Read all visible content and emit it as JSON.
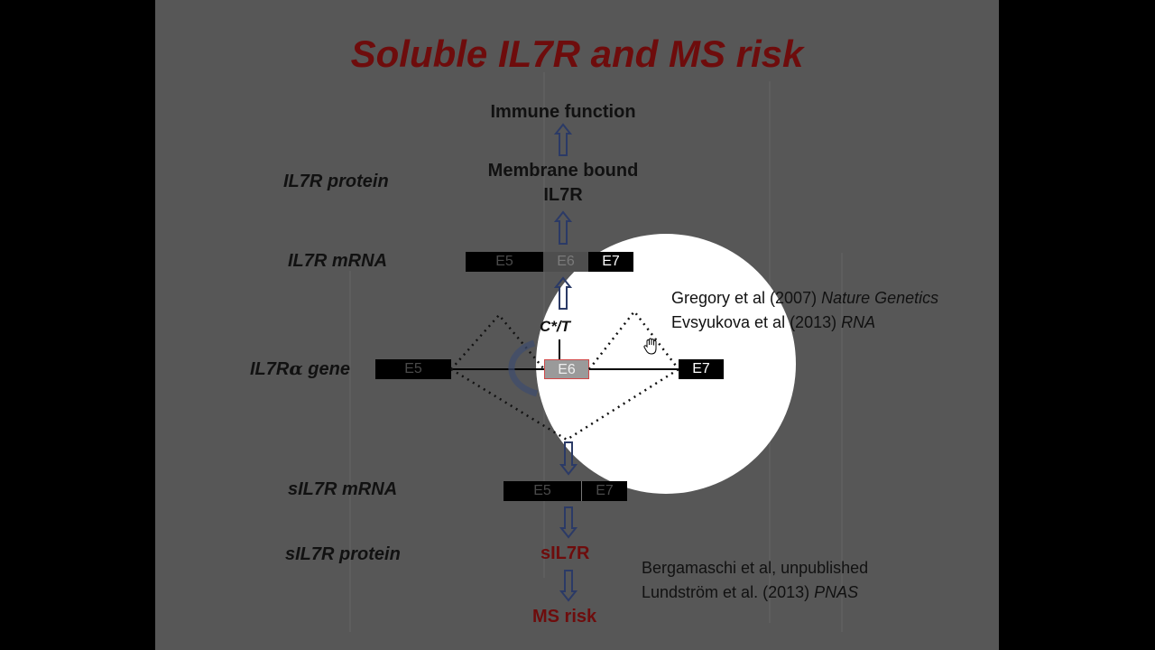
{
  "slide": {
    "title": "Soluble IL7R and MS risk",
    "row_labels": {
      "protein": "IL7R protein",
      "mrna": "IL7R mRNA",
      "gene_prefix": "IL7R",
      "gene_greek": "α",
      "gene_suffix": " gene",
      "smrna": "sIL7R mRNA",
      "sprotein": "sIL7R protein"
    },
    "pathway": {
      "immune_function": "Immune function",
      "membrane_bound_line1": "Membrane bound",
      "membrane_bound_line2": "IL7R",
      "snp": "C*/T",
      "sil7r": "sIL7R",
      "ms_risk": "MS risk"
    },
    "exons": {
      "mrna": [
        "E5",
        "E6",
        "E7"
      ],
      "gene": [
        "E5",
        "E6",
        "E7"
      ],
      "smrna": [
        "E5",
        "E7"
      ]
    },
    "references_top": [
      {
        "authors": "Gregory et al (2007) ",
        "journal": "Nature Genetics"
      },
      {
        "authors": "Evsyukova et al (2013) ",
        "journal": "RNA"
      }
    ],
    "references_bottom": [
      {
        "authors": "Bergamaschi et al, unpublished",
        "journal": ""
      },
      {
        "authors": "Lundström et al. (2013) ",
        "journal": "PNAS"
      }
    ],
    "colors": {
      "slide_background": "#575757",
      "title_color": "#6e0c0c",
      "outcome_color": "#6e0c0c",
      "spotlight": "#ffffff",
      "arrow_color": "#2b3a66"
    },
    "icons": [
      "up-arrow-icon",
      "down-arrow-icon",
      "hand-cursor-icon",
      "curved-arrow-icon"
    ]
  }
}
